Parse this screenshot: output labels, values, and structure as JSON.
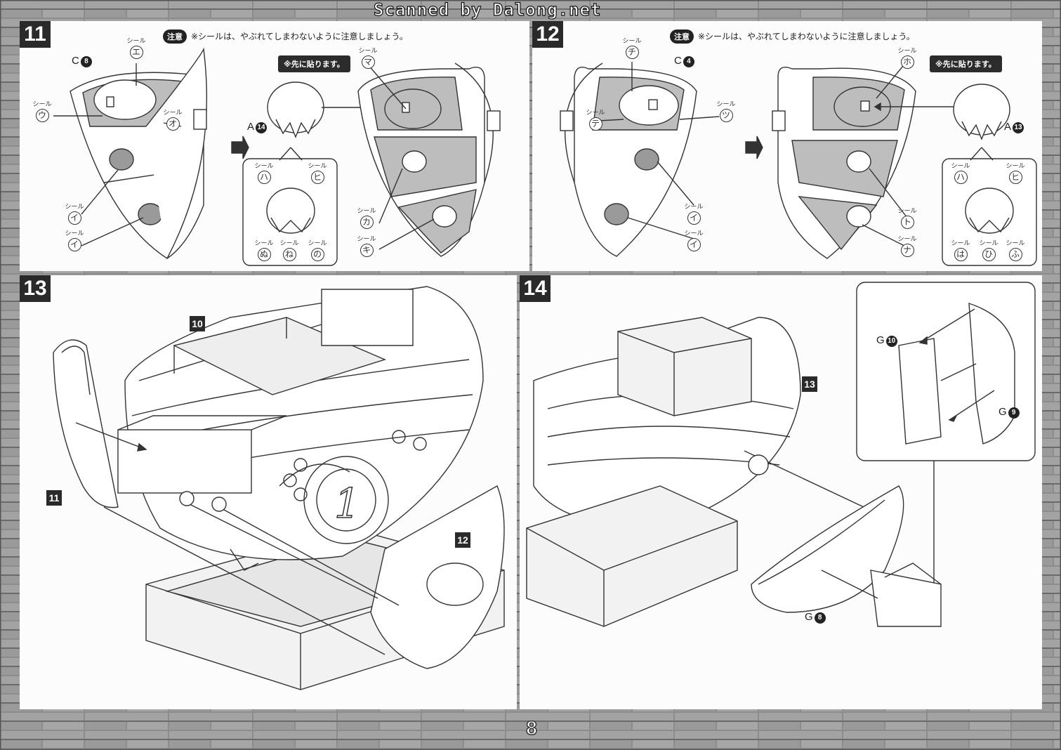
{
  "header": {
    "scan_credit": "Scanned by Dalong.net"
  },
  "page_number": "8",
  "step11": {
    "number": "11",
    "caution_tag": "注意",
    "caution_text": "※シールは、やぶれてしまわないように注意しましょう。",
    "first_note": "※先に貼ります。",
    "seal_caption": "シール",
    "seals": {
      "e": "エ",
      "u": "ウ",
      "o": "オ",
      "i1": "イ",
      "i2": "イ",
      "ma": "マ",
      "ka": "カ",
      "ki": "キ",
      "ha": "ハ",
      "hi": "ヒ",
      "nu": "ぬ",
      "ne": "ね",
      "no": "の"
    },
    "part_c": {
      "letter": "C",
      "num": "8"
    },
    "part_a": {
      "letter": "A",
      "num": "14"
    }
  },
  "step12": {
    "number": "12",
    "caution_tag": "注意",
    "caution_text": "※シールは、やぶれてしまわないように注意しましょう。",
    "first_note": "※先に貼ります。",
    "seal_caption": "シール",
    "seals": {
      "chi": "チ",
      "te": "テ",
      "tsu": "ツ",
      "i1": "イ",
      "i2": "イ",
      "ho": "ホ",
      "to": "ト",
      "na": "ナ",
      "ha": "ハ",
      "hi": "ヒ",
      "ha2": "は",
      "hi2": "ひ",
      "fu": "ふ"
    },
    "part_c": {
      "letter": "C",
      "num": "4"
    },
    "part_a": {
      "letter": "A",
      "num": "13"
    }
  },
  "step13": {
    "number": "13",
    "refs": [
      "10",
      "11",
      "12"
    ]
  },
  "step14": {
    "number": "14",
    "ref": "13",
    "part_g10": {
      "letter": "G",
      "num": "10"
    },
    "part_g9": {
      "letter": "G",
      "num": "9"
    },
    "part_g8": {
      "letter": "G",
      "num": "8"
    }
  }
}
